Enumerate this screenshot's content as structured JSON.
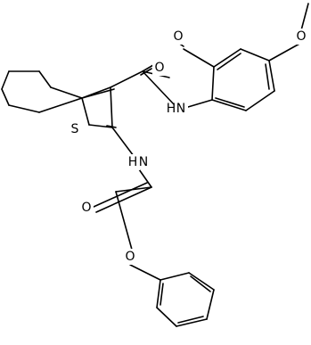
{
  "structure": {
    "atom_labels": [
      {
        "id": "o1",
        "text": "O"
      },
      {
        "id": "o2",
        "text": "O"
      },
      {
        "id": "o3",
        "text": "O"
      },
      {
        "id": "n1",
        "text": "N"
      },
      {
        "id": "h1",
        "text": "H"
      },
      {
        "id": "s1",
        "text": "S"
      },
      {
        "id": "n2",
        "text": "N"
      },
      {
        "id": "h2",
        "text": "H"
      },
      {
        "id": "o4",
        "text": "O"
      },
      {
        "id": "o5",
        "text": "O"
      }
    ]
  },
  "colors": {
    "bond": "#000000",
    "background": "#ffffff"
  }
}
